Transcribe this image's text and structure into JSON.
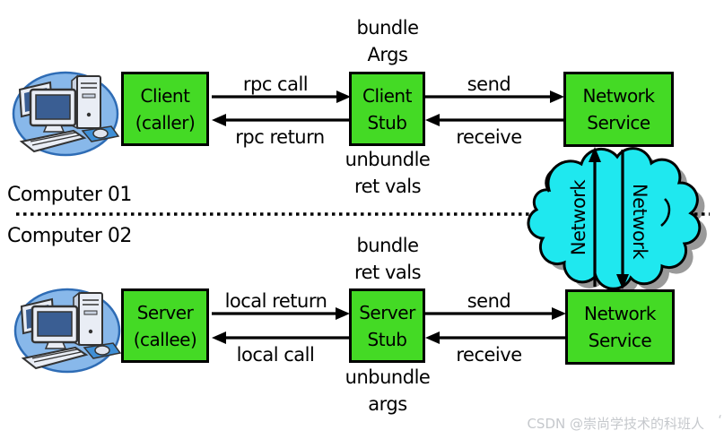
{
  "boxes": {
    "client": {
      "line1": "Client",
      "line2": "(caller)"
    },
    "client_stub": {
      "line1": "Client",
      "line2": "Stub"
    },
    "network_service_top": {
      "line1": "Network",
      "line2": "Service"
    },
    "server": {
      "line1": "Server",
      "line2": "(callee)"
    },
    "server_stub": {
      "line1": "Server",
      "line2": "Stub"
    },
    "network_service_bottom": {
      "line1": "Network",
      "line2": "Service"
    }
  },
  "labels": {
    "rpc_call": "rpc call",
    "rpc_return": "rpc return",
    "send_top": "send",
    "receive_top": "receive",
    "bundle_args_line1": "bundle",
    "bundle_args_line2": "Args",
    "unbundle_ret_line1": "unbundle",
    "unbundle_ret_line2": "ret vals",
    "local_return": "local return",
    "local_call": "local call",
    "send_bottom": "send",
    "receive_bottom": "receive",
    "bundle_ret_line1": "bundle",
    "bundle_ret_line2": "ret vals",
    "unbundle_args_line1": "unbundle",
    "unbundle_args_line2": "args"
  },
  "sections": {
    "computer1": "Computer 01",
    "computer2": "Computer 02"
  },
  "cloud": {
    "label_left": "Network",
    "label_right": "Network"
  },
  "watermark": {
    "text": "CSDN @崇尚学技术的科班人",
    "mark": "‘"
  },
  "colors": {
    "box_fill": "#44da25",
    "cloud_fill": "#1fe8ef",
    "shadow": "#9a9a9a",
    "line": "#000000",
    "watermark": "#c5c8cc",
    "icon_ellipse": "#88b8ea",
    "icon_ellipse_stroke": "#2e6cb5",
    "icon_body": "#e9edf5",
    "icon_screen": "#3a5e93",
    "icon_outline": "#333333",
    "icon_pad": "#3f8fd6"
  }
}
